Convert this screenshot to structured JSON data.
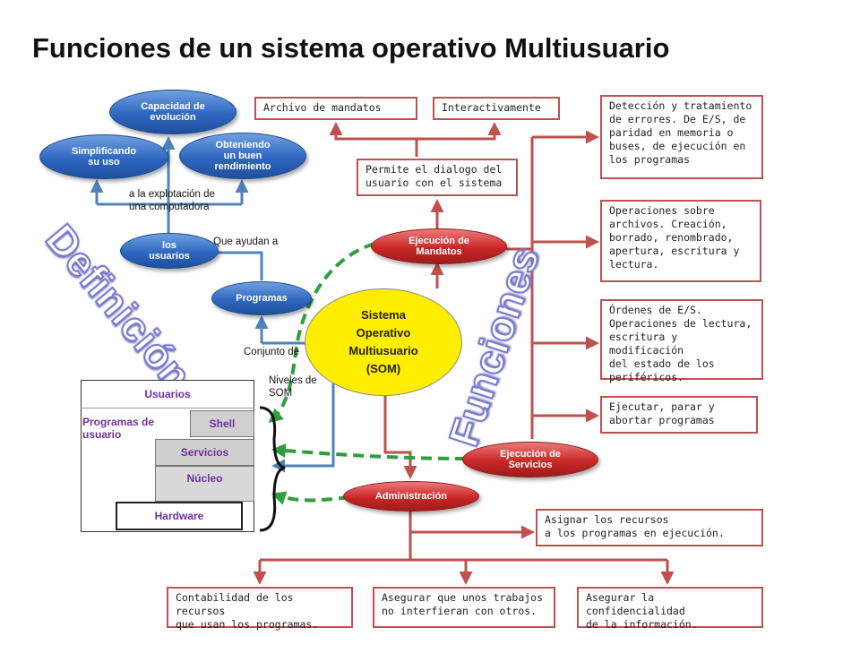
{
  "title": "Funciones de un sistema operativo Multiusuario",
  "colors": {
    "red": "#c0504d",
    "blue": "#4f81bd",
    "green": "#2e9e3e",
    "yellow": "#ffee00",
    "purple": "#7030a0"
  },
  "definition_word": "Definición",
  "functions_word": "Funciones",
  "center": "Sistema\nOperativo\nMultiusuario\n(SOM)",
  "definition": {
    "capacidad": "Capacidad de\nevolución",
    "simplificando": "Simplificando\nsu uso",
    "obteniendo": "Obteniendo\nun buen\nrendimiento",
    "explotacion": "a la explotación de\nuna computadora",
    "usuarios": "los\nusuarios",
    "ayudan": "Que ayudan a",
    "programas": "Programas",
    "conjunto": "Conjunto de",
    "niveles": "Niveles de\nSOM"
  },
  "layers": {
    "usuarios": "Usuarios",
    "programas_usuario": "Programas de\nusuario",
    "shell": "Shell",
    "servicios": "Servicios",
    "nucleo": "Núcleo",
    "hardware": "Hardware"
  },
  "functions": {
    "ejec_mandatos": "Ejecución de\nMandatos",
    "ejec_servicios": "Ejecución de\nServicios",
    "administracion": "Administración",
    "archivo_mandatos": "Archivo de mandatos",
    "interactivamente": "Interactivamente",
    "permite_dialogo": "Permite el dialogo del\nusuario con el sistema",
    "deteccion": "Detección y tratamiento\nde errores. De E/S, de\nparidad en memoria o\nbuses, de ejecución en\nlos programas",
    "operaciones_archivos": "Operaciones sobre\narchivos. Creación,\nborrado, renombrado,\napertura, escritura y\nlectura.",
    "ordenes_es": "Órdenes de E/S.\nOperaciones de lectura,\nescritura y modificación\ndel estado de los\nperiféricos.",
    "ejecutar_parar": "Ejecutar, parar y\nabortar programas",
    "asignar_recursos": "Asignar los recursos\na los programas en ejecución.",
    "contabilidad": "Contabilidad de los recursos\nque usan los programas.",
    "asegurar_trabajos": "Asegurar que unos trabajos\nno interfieran con otros.",
    "asegurar_confidencialidad": "Asegurar la confidencialidad\nde la información."
  }
}
